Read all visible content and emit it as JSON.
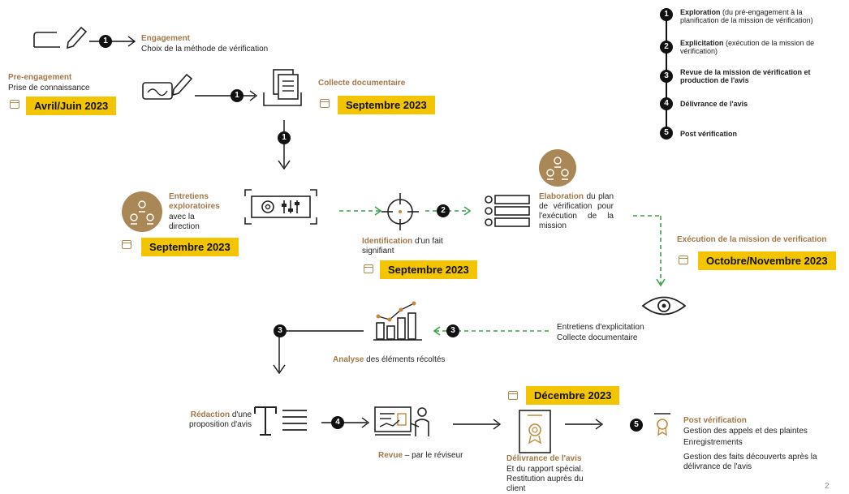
{
  "pre_engagement": {
    "title": "Pre-engagement",
    "text": "Prise de connaissance",
    "date": "Avril/Juin 2023"
  },
  "engagement": {
    "title": "Engagement",
    "text": "Choix de la méthode de vérification"
  },
  "collecte": {
    "title": "Collecte documentaire",
    "date": "Septembre 2023"
  },
  "entretiens": {
    "title": "Entretiens exploratoires",
    "text": "avec la direction",
    "date": "Septembre 2023"
  },
  "identification": {
    "title": "Identification",
    "text": "d'un fait signifiant",
    "date": "Septembre 2023"
  },
  "elaboration": {
    "title": "Elaboration",
    "text": "du plan de vérification pour l'exécution de la mission"
  },
  "execution": {
    "title": "Exécution de la mission de verification",
    "date": "Octobre/Novembre 2023"
  },
  "explicitation": {
    "line1": "Entretiens d'explicitation",
    "line2": "Collecte documentaire"
  },
  "analyse": {
    "title": "Analyse",
    "text": "des éléments récoltés"
  },
  "redaction": {
    "title": "Rédaction",
    "text": "d'une proposition d'avis"
  },
  "revue": {
    "title": "Revue",
    "text": "– par le réviseur"
  },
  "delivrance": {
    "date": "Décembre 2023",
    "title": "Délivrance de l'avis",
    "line1": "Et du rapport spécial.",
    "line2": "Restitution auprès du",
    "line3": "client"
  },
  "post": {
    "title": "Post vérification",
    "line1": "Gestion des appels et des plaintes",
    "line2": "Enregistrements",
    "line3": "Gestion des faits découverts après la",
    "line4": "délivrance de l'avis"
  },
  "legend": [
    {
      "num": "1",
      "bold": "Exploration",
      "rest": " (du pré-engagement à la planification de la mission de vérification)"
    },
    {
      "num": "2",
      "bold": "Explicitation",
      "rest": " (exécution de la mission de vérification)"
    },
    {
      "num": "3",
      "bold": "Revue de la mission de vérification et production de l'avis",
      "rest": ""
    },
    {
      "num": "4",
      "bold": "Délivrance de l'avis",
      "rest": ""
    },
    {
      "num": "5",
      "bold": "Post vérification",
      "rest": ""
    }
  ],
  "steps": {
    "s1": "1",
    "s2": "2",
    "s3": "3",
    "s4": "4",
    "s5": "5"
  },
  "page_number": "2",
  "colors": {
    "accent_yellow": "#f3c400",
    "brown": "#a0784a",
    "green": "#3aa34a"
  }
}
